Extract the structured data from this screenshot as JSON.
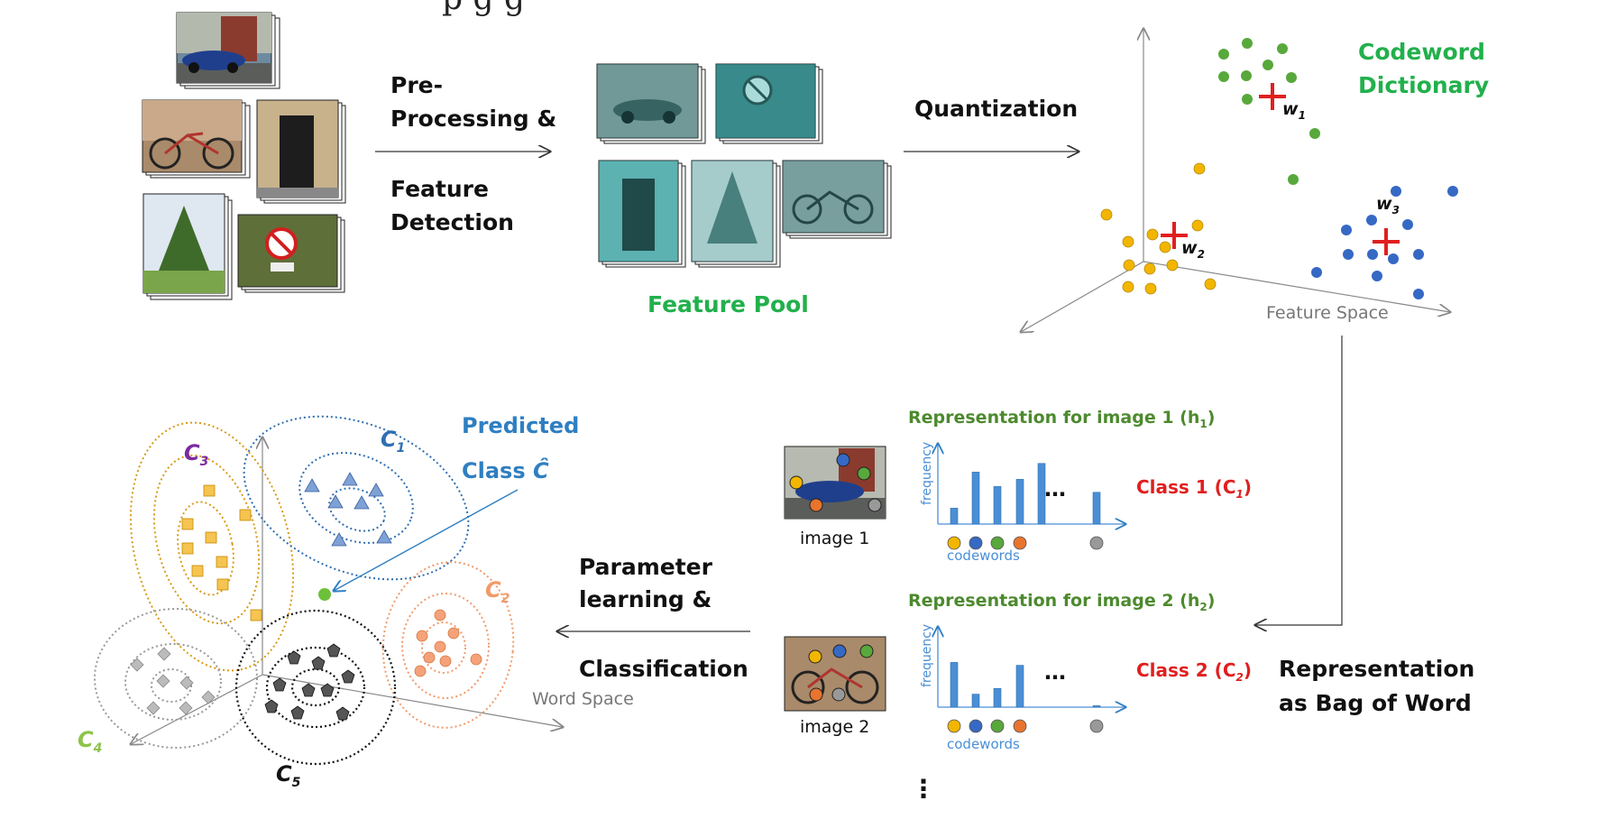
{
  "title_fragment": "p              g                                    g",
  "step1": {
    "line1": "Pre-",
    "line2": "Processing &",
    "line3": "Feature",
    "line4": "Detection"
  },
  "feature_pool": "Feature Pool",
  "quantization": "Quantization",
  "codeword_dictionary": {
    "line1": "Codeword",
    "line2": "Dictionary"
  },
  "feature_space": "Feature Space",
  "codewords": {
    "w1": "w",
    "w1_sub": "1",
    "w2": "w",
    "w2_sub": "2",
    "w3": "w",
    "w3_sub": "3"
  },
  "representation": {
    "line1": "Representation",
    "line2": "as Bag of Word"
  },
  "image1": {
    "caption": "image 1",
    "heading": "Representation for image 1 (h",
    "heading_sub": "1",
    "heading_end": ")",
    "class_label": "Class 1 (C",
    "class_sub": "1",
    "class_end": ")",
    "hist": [
      0.22,
      0.72,
      0.52,
      0.62,
      0.84,
      0.44
    ],
    "dot_colors": [
      "#f2b600",
      "#3569c4",
      "#58a83c",
      "#e8742e",
      "#999999"
    ]
  },
  "image2": {
    "caption": "image 2",
    "heading": "Representation for image 2 (h",
    "heading_sub": "2",
    "heading_end": ")",
    "class_label": "Class 2 (C",
    "class_sub": "2",
    "class_end": ")",
    "hist": [
      0.62,
      0.18,
      0.26,
      0.58,
      0.02
    ],
    "dot_colors": [
      "#f2b600",
      "#3569c4",
      "#58a83c",
      "#e8742e",
      "#999999"
    ]
  },
  "axis_labels": {
    "y": "frequency",
    "x": "codewords",
    "ellipsis": "…"
  },
  "step3": {
    "line1": "Parameter",
    "line2": "learning &",
    "line3": "Classification"
  },
  "predicted": {
    "line1": "Predicted",
    "line2": "Class",
    "symbol": "Ĉ"
  },
  "word_space": "Word Space",
  "classes": {
    "c1": "C",
    "c1_sub": "1",
    "c2": "C",
    "c2_sub": "2",
    "c3": "C",
    "c3_sub": "3",
    "c4": "C",
    "c4_sub": "4",
    "c5": "C",
    "c5_sub": "5"
  },
  "vertical_ellipsis": "⋮",
  "colors": {
    "green_text": "#22b04c",
    "olive_text": "#4d8a2e",
    "blue_text": "#2f7fc1",
    "red_text": "#e01f1f",
    "yellow_pt": "#f2b600",
    "blue_pt": "#3569c4",
    "green_pt": "#58a83c",
    "orange_pt": "#e8742e",
    "gray_pt": "#999999",
    "bar": "#4a8fd6"
  }
}
